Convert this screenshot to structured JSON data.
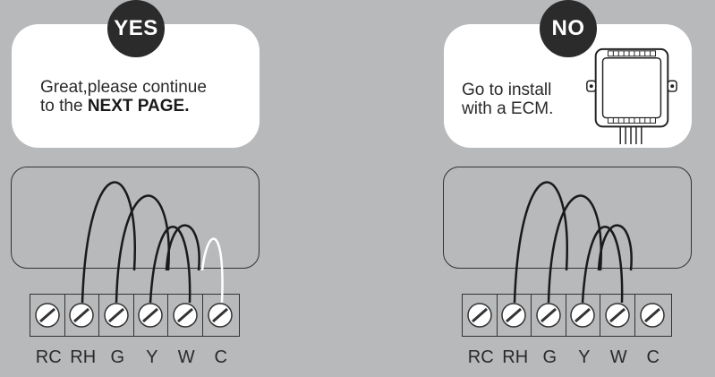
{
  "yes_panel": {
    "badge": "YES",
    "message_line1": "Great,please continue",
    "message_line2_prefix": "to the ",
    "message_line2_bold": "NEXT PAGE."
  },
  "no_panel": {
    "badge": "NO",
    "message_line1": "Go to install",
    "message_line2": "with a ECM."
  },
  "terminal_labels": [
    "RC",
    "RH",
    "G",
    "Y",
    "W",
    "C"
  ],
  "colors": {
    "background": "#b8b9bb",
    "card": "#ffffff",
    "badge": "#2b2b2b",
    "wire_dark": "#1a1a1a",
    "wire_white": "#ffffff"
  },
  "icons": [
    "ecm-module-icon",
    "screw-terminal-icon"
  ]
}
